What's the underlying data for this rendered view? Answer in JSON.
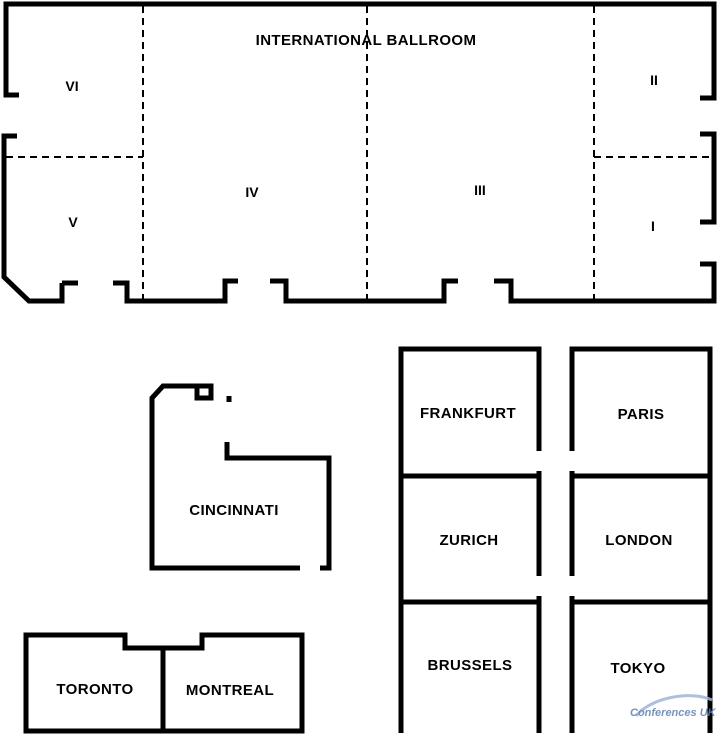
{
  "ballroom": {
    "title": "INTERNATIONAL BALLROOM",
    "sections": [
      "I",
      "II",
      "III",
      "IV",
      "V",
      "VI"
    ]
  },
  "rooms": {
    "cincinnati": "CINCINNATI",
    "frankfurt": "FRANKFURT",
    "paris": "PARIS",
    "zurich": "ZURICH",
    "london": "LONDON",
    "brussels": "BRUSSELS",
    "tokyo": "TOKYO",
    "toronto": "TORONTO",
    "montreal": "MONTREAL"
  },
  "watermark": {
    "brand": "Conferences UK",
    "color": "#5d7fb0"
  }
}
